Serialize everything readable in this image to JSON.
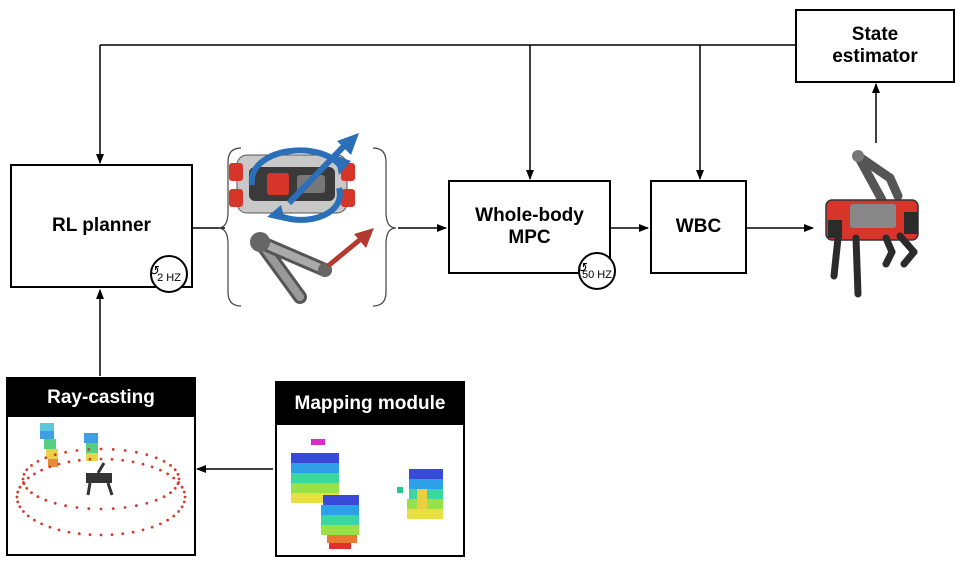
{
  "blocks": {
    "rl_planner": "RL planner",
    "whole_body_mpc_line1": "Whole-body",
    "whole_body_mpc_line2": "MPC",
    "wbc": "WBC",
    "state_estimator_line1": "State",
    "state_estimator_line2": "estimator",
    "ray_casting": "Ray-casting",
    "mapping_module": "Mapping module"
  },
  "rates": {
    "rl_planner": "2 HZ",
    "whole_body_mpc": "50 HZ"
  },
  "colors": {
    "base_motion_arrow": "#2a6fb8",
    "arm_motion_arrow": "#b33a2e",
    "robot_red": "#d8352a",
    "robot_dark": "#2b2b2b",
    "ray_points": "#d63a2b"
  },
  "icons": {
    "rate_badge": "rotate-arrow-icon"
  }
}
